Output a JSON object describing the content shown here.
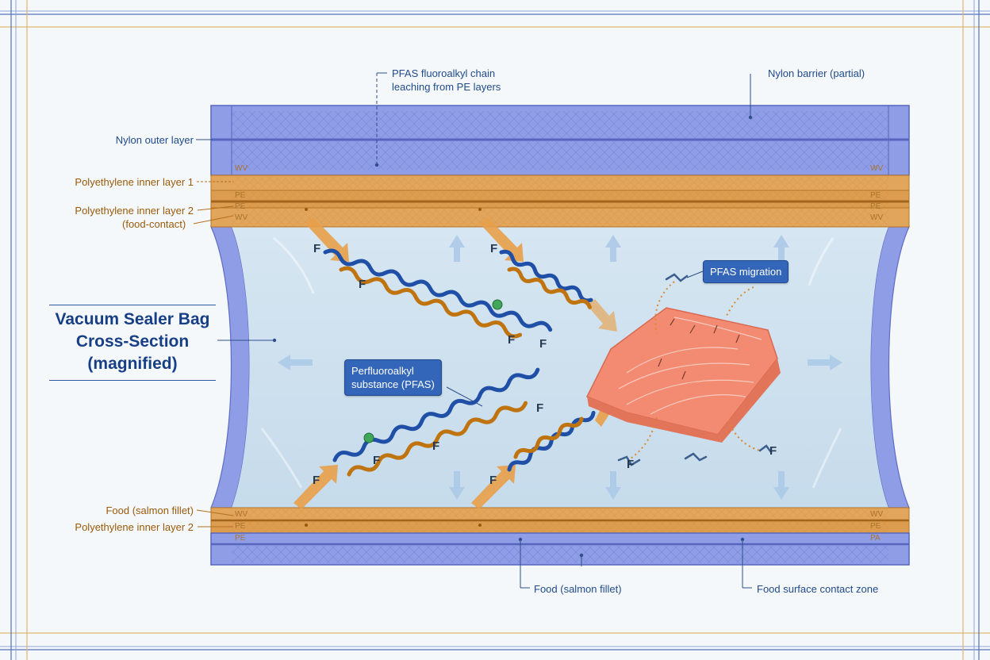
{
  "title": "Vacuum Sealer Bag Cross-Section (magnified)",
  "labels": {
    "nylon_outer_layer": "Nylon outer layer",
    "pe_inner_layer_1": "Polyethylene inner layer 1",
    "pe_inner_layer_2_top": "Polyethylene inner layer 2",
    "food_contact": "(food-contact)",
    "pfas_chain_line1": "PFAS fluoroalkyl chain",
    "pfas_chain_line2": "leaching from PE layers",
    "nylon_barrier": "Nylon barrier (partial)",
    "food_left": "Food (salmon fillet)",
    "pe_inner_layer_2_bottom": "Polyethylene inner layer 2",
    "food_bottom": "Food (salmon fillet)",
    "food_surface_contact_zone": "Food surface contact zone"
  },
  "callouts": {
    "pfas_migration": "PFAS migration",
    "pfas_substance_line1": "Perfluoroalkyl",
    "pfas_substance_line2": "substance (PFAS)"
  },
  "layer_marks": {
    "w": "WV",
    "pe": "PE",
    "pa": "PA"
  },
  "fluorine_symbol": "F",
  "colors": {
    "nylon": "#8f9ce6",
    "polyethylene": "#e2a55c",
    "interior": "#cfe0ee",
    "pfas_blue": "#1f4fa6",
    "pfas_orange": "#c0740f",
    "salmon": "#f28b72",
    "label_blue": "#1f4a8c",
    "label_orange": "#9a5a0a"
  }
}
